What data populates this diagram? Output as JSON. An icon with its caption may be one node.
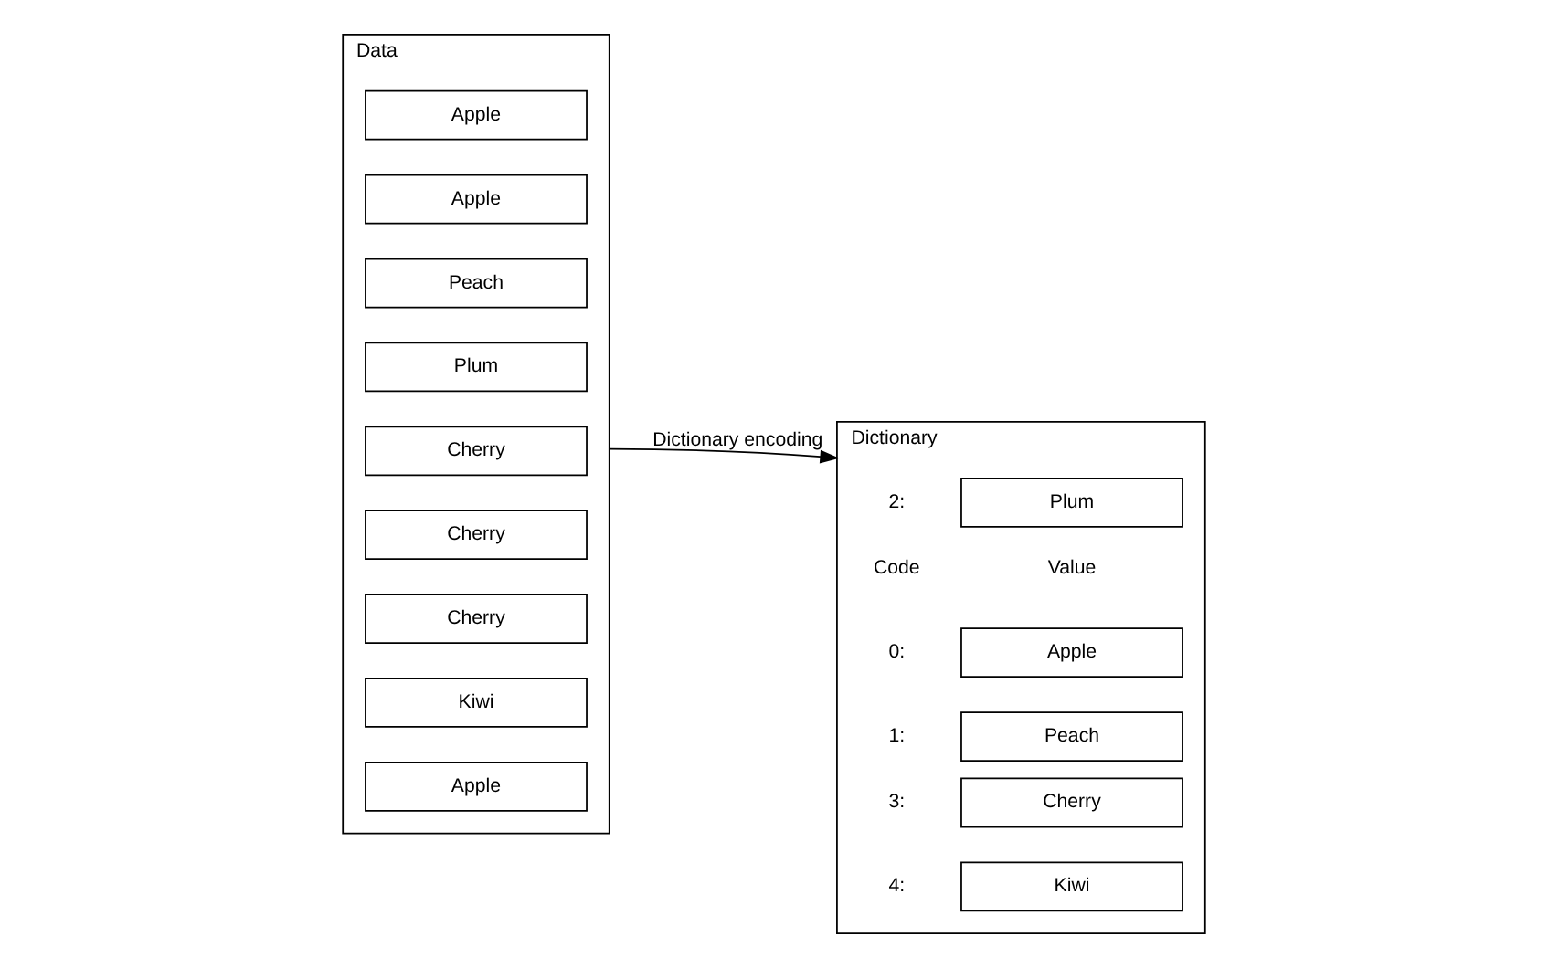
{
  "diagram": {
    "nodes": [
      {
        "text": [
          "Data"
        ]
      },
      {
        "text": [
          "Apple"
        ],
        "in": 0
      },
      {
        "text": [
          "Apple"
        ],
        "in": 0
      },
      {
        "text": [
          "Peach"
        ],
        "in": 0
      },
      {
        "text": [
          "Plum"
        ],
        "in": 0
      },
      {
        "text": [
          "Cherry"
        ],
        "in": 0
      },
      {
        "text": [
          "Cherry"
        ],
        "in": 0
      },
      {
        "text": [
          "Cherry"
        ],
        "in": 0
      },
      {
        "text": [
          "Kiwi"
        ],
        "in": 0
      },
      {
        "text": [
          "Apple"
        ],
        "in": 0
      },
      {
        "text": [
          "Dictionary"
        ]
      },
      {
        "text": [
          "Apple"
        ],
        "in": 10,
        "beside": [
          "0:"
        ]
      },
      {
        "text": [
          "Peach"
        ],
        "in": 10,
        "beside": [
          "1:"
        ]
      },
      {
        "text": [
          "Plum"
        ],
        "in": 10,
        "beside": [
          "2:"
        ]
      },
      {
        "text": [
          "Cherry"
        ],
        "in": 10,
        "beside": [
          "3:"
        ]
      },
      {
        "text": [
          "Kiwi"
        ],
        "in": 10,
        "beside": [
          "4:"
        ]
      }
    ],
    "edges": [
      {
        "from": 0,
        "to": 10,
        "arrow": "to",
        "label": "Dictionary encoding"
      }
    ],
    "labels": [
      "Code",
      "Value"
    ]
  }
}
